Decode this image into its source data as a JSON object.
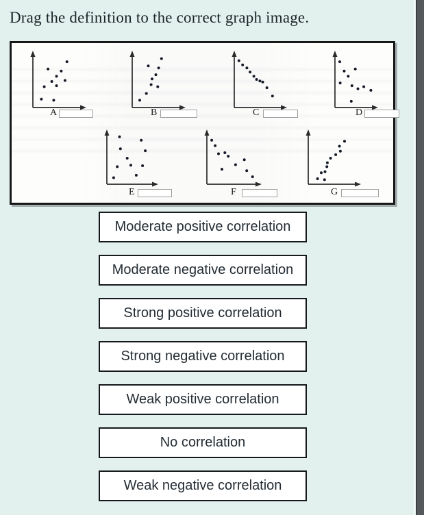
{
  "page": {
    "title": "Drag the definition to the correct graph image."
  },
  "colors": {
    "background": "#e2f1ee",
    "panel_background": "#fdfdfc",
    "ink": "#1c2429",
    "dot": "#151a27",
    "axis": "#2b2b2b",
    "scrollbar": "#55595c"
  },
  "panel": {
    "graphs": [
      {
        "letter": "A",
        "points": [
          [
            0.72,
            0.88
          ],
          [
            0.32,
            0.74
          ],
          [
            0.6,
            0.7
          ],
          [
            0.5,
            0.6
          ],
          [
            0.68,
            0.52
          ],
          [
            0.4,
            0.5
          ],
          [
            0.5,
            0.42
          ],
          [
            0.24,
            0.4
          ],
          [
            0.18,
            0.16
          ],
          [
            0.44,
            0.14
          ]
        ]
      },
      {
        "letter": "B",
        "points": [
          [
            0.62,
            0.94
          ],
          [
            0.34,
            0.8
          ],
          [
            0.56,
            0.76
          ],
          [
            0.5,
            0.63
          ],
          [
            0.42,
            0.55
          ],
          [
            0.4,
            0.44
          ],
          [
            0.54,
            0.4
          ],
          [
            0.3,
            0.27
          ],
          [
            0.16,
            0.14
          ]
        ]
      },
      {
        "letter": "C",
        "points": [
          [
            0.1,
            0.9
          ],
          [
            0.18,
            0.82
          ],
          [
            0.27,
            0.76
          ],
          [
            0.34,
            0.68
          ],
          [
            0.42,
            0.6
          ],
          [
            0.48,
            0.54
          ],
          [
            0.55,
            0.51
          ],
          [
            0.61,
            0.49
          ],
          [
            0.7,
            0.38
          ],
          [
            0.82,
            0.22
          ]
        ]
      },
      {
        "letter": "D",
        "points": [
          [
            0.13,
            0.88
          ],
          [
            0.25,
            0.7
          ],
          [
            0.55,
            0.74
          ],
          [
            0.36,
            0.6
          ],
          [
            0.14,
            0.47
          ],
          [
            0.46,
            0.42
          ],
          [
            0.62,
            0.36
          ],
          [
            0.78,
            0.4
          ],
          [
            0.97,
            0.33
          ],
          [
            0.44,
            0.12
          ]
        ]
      },
      {
        "letter": "E",
        "points": [
          [
            0.28,
            0.95
          ],
          [
            0.76,
            0.88
          ],
          [
            0.3,
            0.71
          ],
          [
            0.85,
            0.67
          ],
          [
            0.45,
            0.52
          ],
          [
            0.23,
            0.35
          ],
          [
            0.53,
            0.38
          ],
          [
            0.79,
            0.37
          ],
          [
            0.65,
            0.18
          ],
          [
            0.15,
            0.13
          ]
        ]
      },
      {
        "letter": "F",
        "points": [
          [
            0.1,
            0.88
          ],
          [
            0.17,
            0.77
          ],
          [
            0.24,
            0.61
          ],
          [
            0.37,
            0.63
          ],
          [
            0.44,
            0.56
          ],
          [
            0.59,
            0.39
          ],
          [
            0.31,
            0.3
          ],
          [
            0.77,
            0.49
          ],
          [
            0.82,
            0.27
          ],
          [
            0.94,
            0.15
          ]
        ]
      },
      {
        "letter": "G",
        "points": [
          [
            0.78,
            0.86
          ],
          [
            0.67,
            0.76
          ],
          [
            0.69,
            0.66
          ],
          [
            0.59,
            0.59
          ],
          [
            0.48,
            0.52
          ],
          [
            0.41,
            0.43
          ],
          [
            0.4,
            0.35
          ],
          [
            0.36,
            0.25
          ],
          [
            0.28,
            0.23
          ],
          [
            0.2,
            0.11
          ],
          [
            0.35,
            0.09
          ]
        ]
      }
    ]
  },
  "definitions": [
    "Moderate positive correlation",
    "Moderate negative correlation",
    "Strong positive correlation",
    "Strong negative correlation",
    "Weak positive correlation",
    "No correlation",
    "Weak negative correlation"
  ]
}
